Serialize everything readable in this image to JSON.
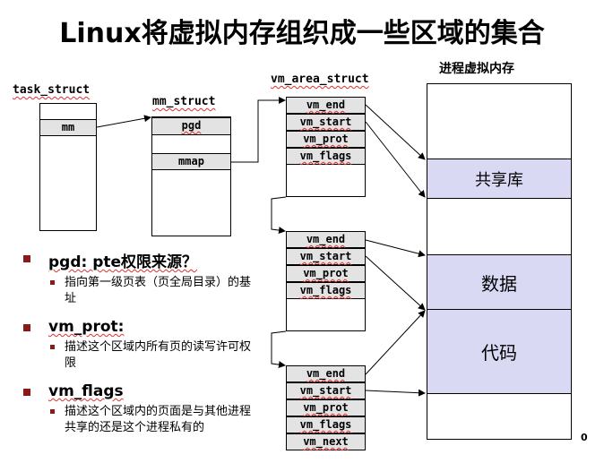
{
  "title": "Linux将虚拟内存组织成一些区域的集合",
  "labels": {
    "task_struct": "task_struct",
    "mm_struct": "mm_struct",
    "vm_area_struct": "vm_area_struct",
    "process_vm": "进程虚拟内存"
  },
  "task_struct": {
    "field": "mm"
  },
  "mm_struct": {
    "fields": [
      "pgd",
      "mmap"
    ]
  },
  "vm_areas": [
    {
      "fields": [
        "vm_end",
        "vm_start",
        "vm_prot",
        "vm_flags"
      ]
    },
    {
      "fields": [
        "vm_end",
        "vm_start",
        "vm_prot",
        "vm_flags"
      ]
    },
    {
      "fields": [
        "vm_end",
        "vm_start",
        "vm_prot",
        "vm_flags",
        "vm_next"
      ]
    }
  ],
  "segments": [
    "共享库",
    "数据",
    "代码"
  ],
  "zero_label": "0",
  "bullets": [
    {
      "head": "pgd:  pte权限来源？",
      "sub": "指向第一级页表（页全局目录）的基址"
    },
    {
      "head": "vm_prot:",
      "sub": "描述这个区域内所有页的读写许可权限"
    },
    {
      "head": "vm_flags",
      "sub": "描述这个区域内的页面是与其他进程共享的还是这个进程私有的"
    }
  ]
}
